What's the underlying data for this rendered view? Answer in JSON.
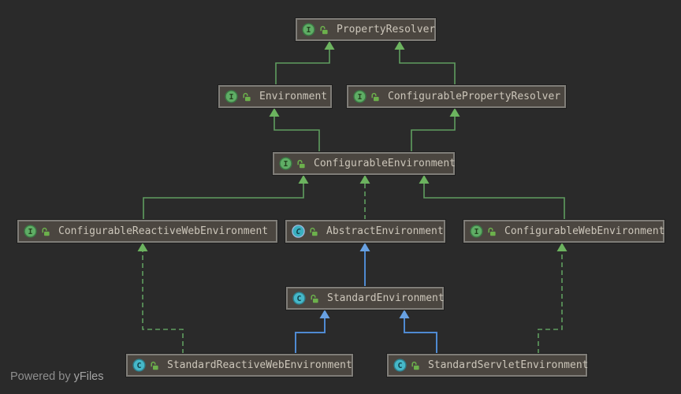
{
  "diagram": {
    "nodes": [
      {
        "id": "property-resolver",
        "label": "PropertyResolver",
        "type": "interface",
        "modifier_icon": "unlocked-padlock"
      },
      {
        "id": "environment",
        "label": "Environment",
        "type": "interface",
        "modifier_icon": "unlocked-padlock"
      },
      {
        "id": "configurable-property-resolver",
        "label": "ConfigurablePropertyResolver",
        "type": "interface",
        "modifier_icon": "unlocked-padlock"
      },
      {
        "id": "configurable-environment",
        "label": "ConfigurableEnvironment",
        "type": "interface",
        "modifier_icon": "unlocked-padlock"
      },
      {
        "id": "configurable-reactive-web-environment",
        "label": "ConfigurableReactiveWebEnvironment",
        "type": "interface",
        "modifier_icon": "unlocked-padlock"
      },
      {
        "id": "abstract-environment",
        "label": "AbstractEnvironment",
        "type": "abstract-class",
        "modifier_icon": "unlocked-padlock"
      },
      {
        "id": "configurable-web-environment",
        "label": "ConfigurableWebEnvironment",
        "type": "interface",
        "modifier_icon": "unlocked-padlock"
      },
      {
        "id": "standard-environment",
        "label": "StandardEnvironment",
        "type": "class",
        "modifier_icon": "unlocked-padlock"
      },
      {
        "id": "standard-reactive-web-environment",
        "label": "StandardReactiveWebEnvironment",
        "type": "class",
        "modifier_icon": "unlocked-padlock"
      },
      {
        "id": "standard-servlet-environment",
        "label": "StandardServletEnvironment",
        "type": "class",
        "modifier_icon": "unlocked-padlock"
      }
    ],
    "edges": [
      {
        "from": "Environment",
        "to": "PropertyResolver",
        "relation": "extends",
        "style": "solid-green"
      },
      {
        "from": "ConfigurablePropertyResolver",
        "to": "PropertyResolver",
        "relation": "extends",
        "style": "solid-green"
      },
      {
        "from": "ConfigurableEnvironment",
        "to": "Environment",
        "relation": "extends",
        "style": "solid-green"
      },
      {
        "from": "ConfigurableEnvironment",
        "to": "ConfigurablePropertyResolver",
        "relation": "extends",
        "style": "solid-green"
      },
      {
        "from": "ConfigurableReactiveWebEnvironment",
        "to": "ConfigurableEnvironment",
        "relation": "extends",
        "style": "solid-green"
      },
      {
        "from": "AbstractEnvironment",
        "to": "ConfigurableEnvironment",
        "relation": "implements",
        "style": "dashed-green"
      },
      {
        "from": "ConfigurableWebEnvironment",
        "to": "ConfigurableEnvironment",
        "relation": "extends",
        "style": "solid-green"
      },
      {
        "from": "StandardEnvironment",
        "to": "AbstractEnvironment",
        "relation": "extends",
        "style": "solid-blue"
      },
      {
        "from": "StandardReactiveWebEnvironment",
        "to": "ConfigurableReactiveWebEnvironment",
        "relation": "implements",
        "style": "dashed-green"
      },
      {
        "from": "StandardReactiveWebEnvironment",
        "to": "StandardEnvironment",
        "relation": "extends",
        "style": "solid-blue"
      },
      {
        "from": "StandardServletEnvironment",
        "to": "ConfigurableWebEnvironment",
        "relation": "implements",
        "style": "dashed-green"
      },
      {
        "from": "StandardServletEnvironment",
        "to": "StandardEnvironment",
        "relation": "extends",
        "style": "solid-blue"
      }
    ],
    "icons": {
      "interface": "green-circle-I-icon",
      "class": "teal-circle-C-icon",
      "abstract_class": "ringed-teal-circle-C-icon",
      "modifier": "unlocked-padlock-icon"
    },
    "colors": {
      "background": "#2a2a2a",
      "node-fill": "#4b4640",
      "node-border": "#7f7d78",
      "node-text": "#ccc6ba",
      "green": "#5f9d5f",
      "green-arrow": "#6cb35f",
      "blue": "#4f8ad2",
      "blue-arrow": "#68a1e2",
      "footer-text": "#8f8f8f",
      "footer-link": "#a5a5a5"
    },
    "footer": {
      "text": "Powered by ",
      "link": "yFiles"
    }
  }
}
